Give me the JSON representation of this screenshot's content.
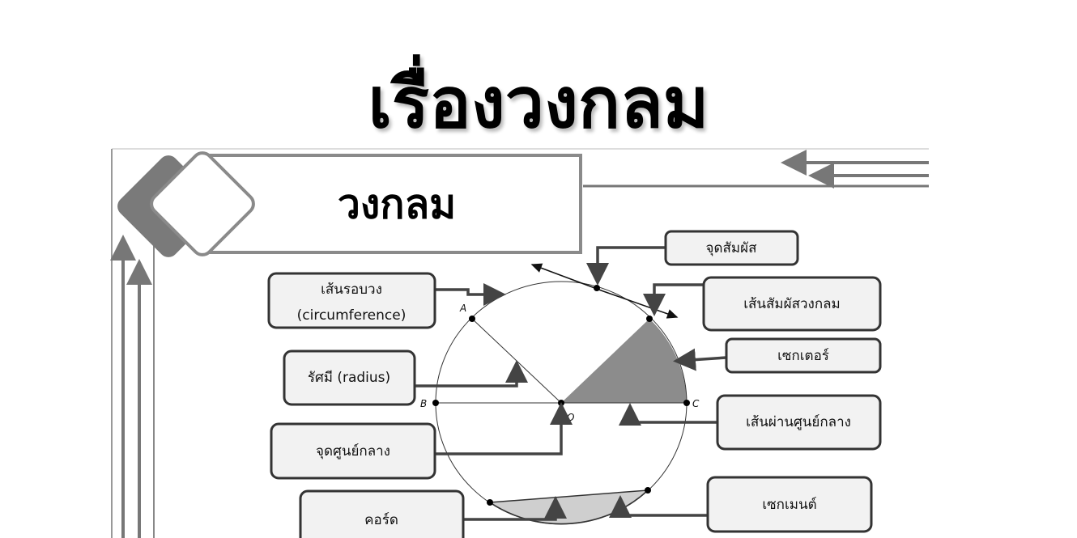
{
  "title": "เรื่องวงกลม",
  "slide_heading": "วงกลม",
  "labels": {
    "point_of_tangency": "จุดสัมผัส",
    "circumference_th": "เส้นรอบวง",
    "circumference_en": "(circumference)",
    "tangent_line": "เส้นสัมผัสวงกลม",
    "sector": "เซกเตอร์",
    "radius": "รัศมี (radius)",
    "diameter": "เส้นผ่านศูนย์กลาง",
    "center": "จุดศูนย์กลาง",
    "segment": "เซกเมนต์",
    "chord": "คอร์ด"
  },
  "points": {
    "A": "A",
    "B": "B",
    "C": "C",
    "O": "O"
  },
  "colors": {
    "sector_fill": "#8c8c8c",
    "segment_fill": "#cfcfcf",
    "frame": "#808080",
    "box_fill": "#f2f2f2"
  }
}
